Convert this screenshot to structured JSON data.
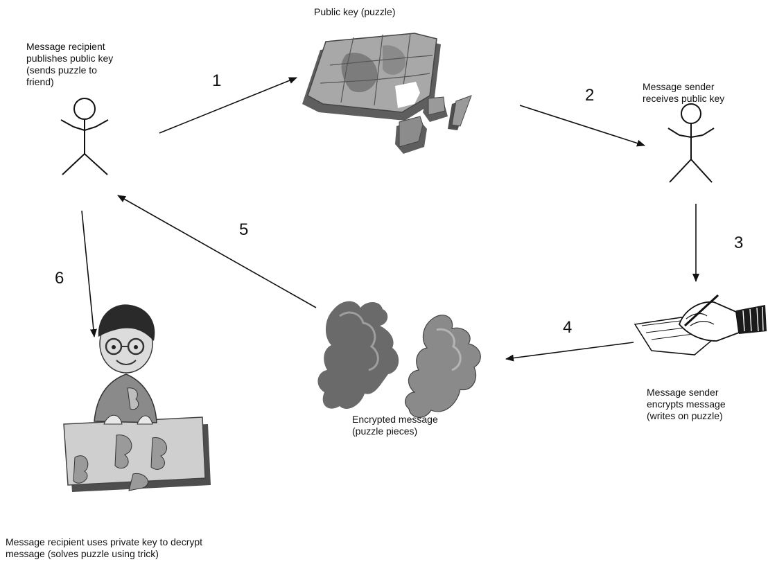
{
  "labels": {
    "recipient_publishes": "Message recipient\npublishes public key\n(sends puzzle to\nfriend)",
    "public_key": "Public key (puzzle)",
    "sender_receives": "Message sender\nreceives public key",
    "sender_encrypts": "Message sender\nencrypts message\n(writes on puzzle)",
    "encrypted_message": "Encrypted message\n(puzzle pieces)",
    "recipient_decrypts": "Message recipient uses private key to decrypt\nmessage (solves puzzle using trick)"
  },
  "steps": [
    "1",
    "2",
    "3",
    "4",
    "5",
    "6"
  ],
  "colors": {
    "ink": "#111111",
    "puzzle_dark": "#6e6e6e",
    "puzzle_mid": "#9a9a9a",
    "puzzle_light": "#bdbdbd"
  }
}
